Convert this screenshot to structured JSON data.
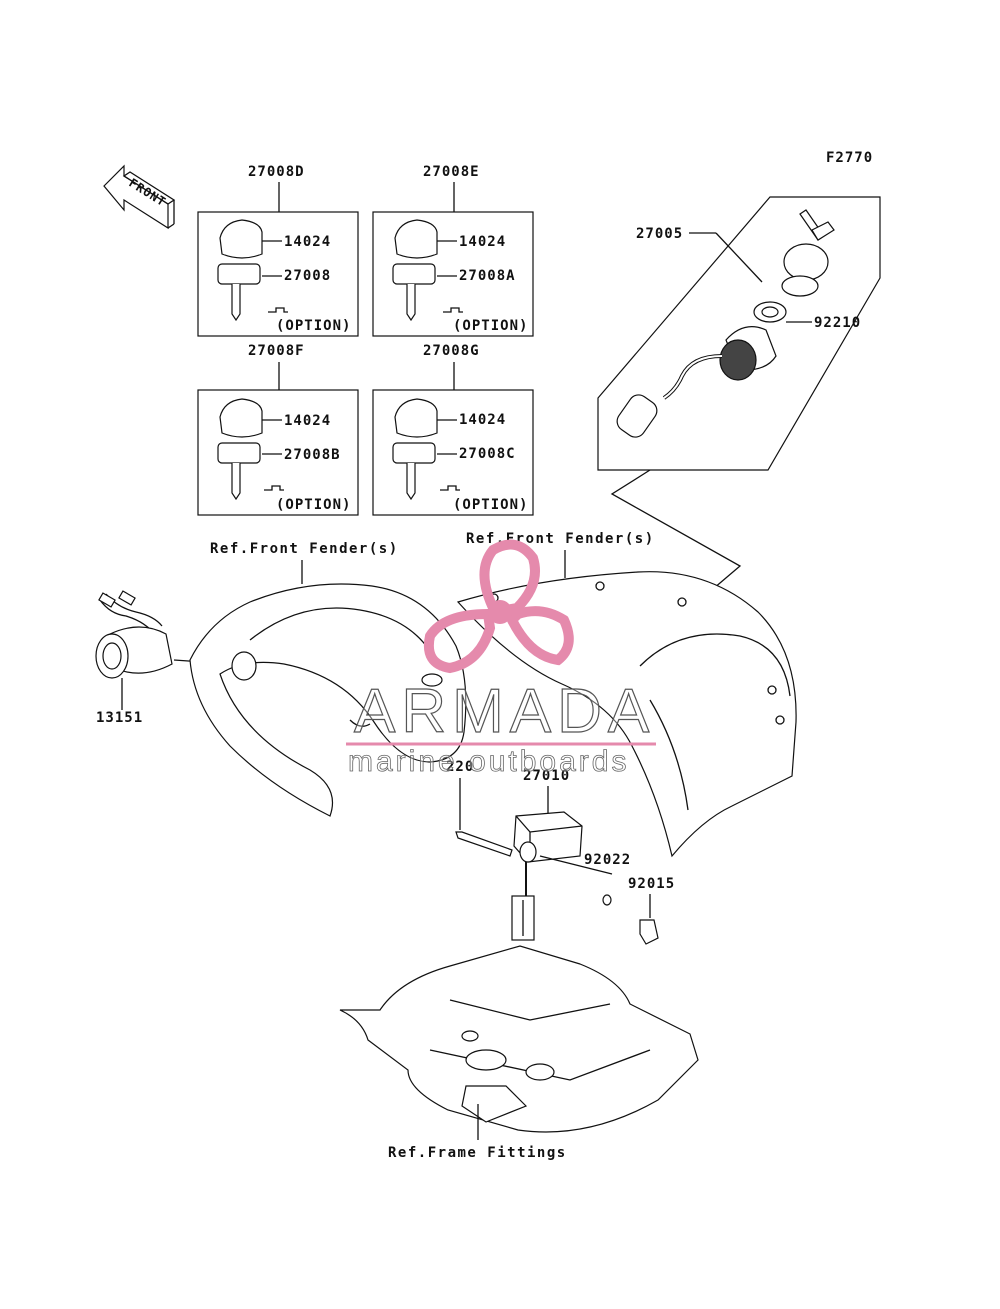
{
  "figure_code": "F2770",
  "front_arrow": "FRONT",
  "key_sets": [
    {
      "set": "27008D",
      "cap": "14024",
      "key": "27008",
      "option": "(OPTION)"
    },
    {
      "set": "27008E",
      "cap": "14024",
      "key": "27008A",
      "option": "(OPTION)"
    },
    {
      "set": "27008F",
      "cap": "14024",
      "key": "27008B",
      "option": "(OPTION)"
    },
    {
      "set": "27008G",
      "cap": "14024",
      "key": "27008C",
      "option": "(OPTION)"
    }
  ],
  "parts": {
    "ignition_switch": "27005",
    "nut": "92210",
    "socket": "13151",
    "bolt": "220",
    "switch": "27010",
    "washer": "92022",
    "nut_clip": "92015"
  },
  "refs": {
    "fender_left": "Ref.Front Fender(s)",
    "fender_right": "Ref.Front Fender(s)",
    "frame": "Ref.Frame Fittings"
  },
  "watermark": {
    "brand": "ARMADA",
    "tagline": "marine outboards",
    "logo_color": "#e58aac"
  }
}
